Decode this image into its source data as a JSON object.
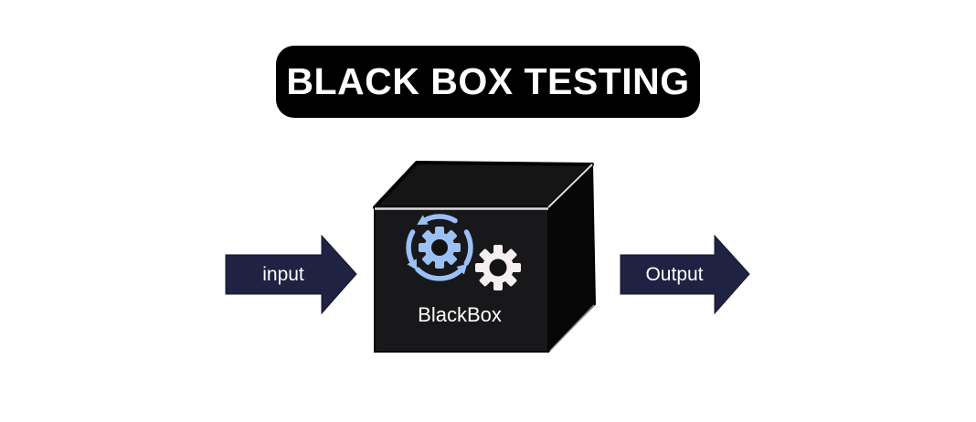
{
  "background_color": "#ffffff",
  "title": {
    "label": "BLACK BOX TESTING",
    "bg_color": "#000000",
    "text_color": "#ffffff"
  },
  "diagram": {
    "input_arrow": {
      "label": "input",
      "fill": "#1f2242",
      "text_color": "#ffffff"
    },
    "output_arrow": {
      "label": "Output",
      "fill": "#1f2242",
      "text_color": "#ffffff"
    },
    "box": {
      "label": "BlackBox",
      "front_fill": "#18181a",
      "top_fill": "#151515",
      "side_fill": "#060606",
      "edge_highlight": "#dcdcdc",
      "icons": {
        "sync_gear": {
          "name": "rotating-gear-sync-icon",
          "color": "#9cc0f5"
        },
        "plain_gear": {
          "name": "gear-icon",
          "color": "#f5f0ef"
        }
      }
    }
  }
}
